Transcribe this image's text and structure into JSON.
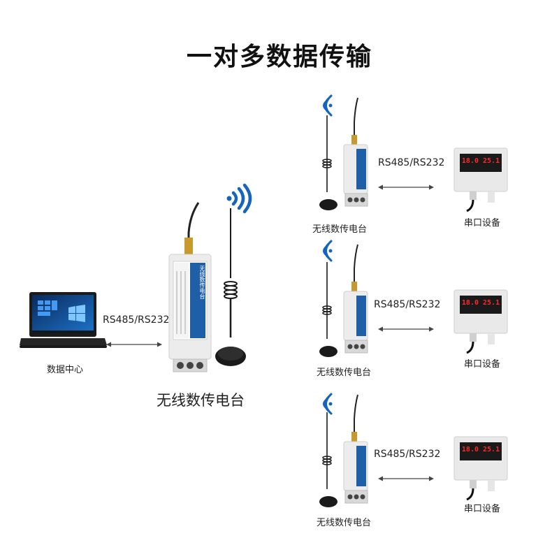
{
  "title": "一对多数据传输",
  "hub": {
    "computer_label": "数据中心",
    "link_label": "RS485/RS232",
    "radio_label": "无线数传电台",
    "radio_face_text": "无线数传电台"
  },
  "nodes": [
    {
      "radio_label": "无线数传电台",
      "link_label": "RS485/RS232",
      "device_label": "串口设备",
      "display": "18.0 25.1"
    },
    {
      "radio_label": "无线数传电台",
      "link_label": "RS485/RS232",
      "device_label": "串口设备",
      "display": "18.0 25.1"
    },
    {
      "radio_label": "无线数传电台",
      "link_label": "RS485/RS232",
      "device_label": "串口设备",
      "display": "18.0 25.1"
    }
  ],
  "colors": {
    "wifi": "#1565c0",
    "display_red": "#ff2a2a",
    "display_bg": "#1a1a1a",
    "radio_body": "#eeeeee",
    "radio_face": "#1f5fa8"
  }
}
